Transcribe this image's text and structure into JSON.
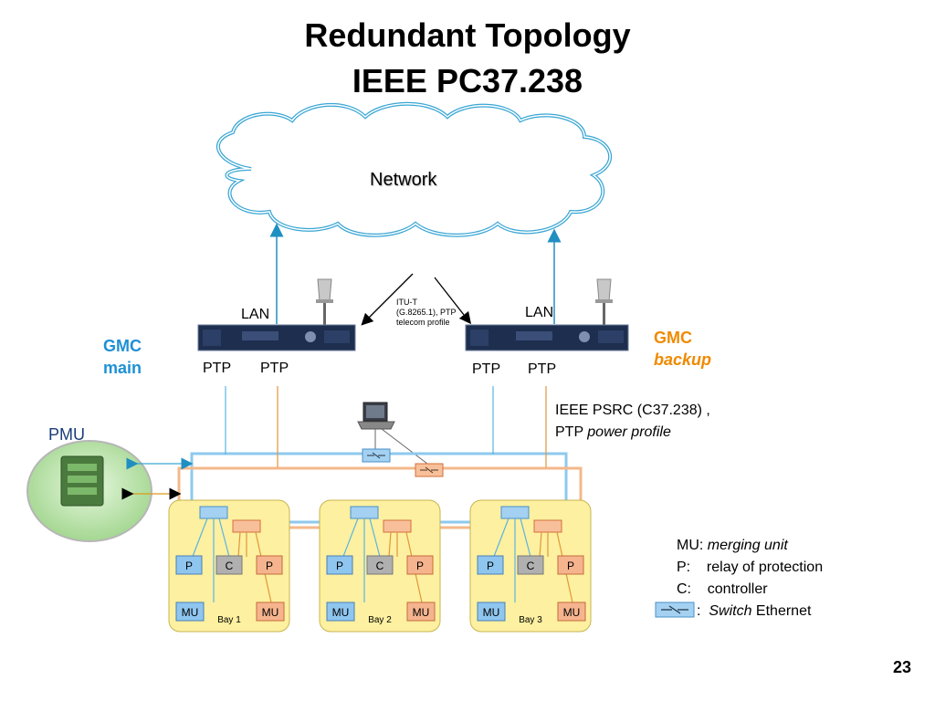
{
  "title": {
    "line1": "Redundant Topology",
    "line2": "IEEE PC37.238"
  },
  "cloud_label": "Network",
  "lan_left": "LAN",
  "lan_right": "LAN",
  "gmc_main": {
    "line1": "GMC",
    "line2": "main"
  },
  "gmc_backup": {
    "line1": "GMC",
    "line2": "backup"
  },
  "ptp_labels": [
    "PTP",
    "PTP",
    "PTP",
    "PTP"
  ],
  "itu_note": "ITU-T (G.8265.1), PTP telecom profile",
  "ieee_note": {
    "line1": "IEEE PSRC (C37.238) ,",
    "line2_prefix": "PTP ",
    "line2_italic": "power profile"
  },
  "pmu_label": "PMU",
  "bays": [
    {
      "name": "Bay 1",
      "p_left": "P",
      "c": "C",
      "p_right": "P",
      "mu_left": "MU",
      "mu_right": "MU"
    },
    {
      "name": "Bay 2",
      "p_left": "P",
      "c": "C",
      "p_right": "P",
      "mu_left": "MU",
      "mu_right": "MU"
    },
    {
      "name": "Bay 3",
      "p_left": "P",
      "c": "C",
      "p_right": "P",
      "mu_left": "MU",
      "mu_right": "MU"
    }
  ],
  "legend": {
    "mu_key": "MU:",
    "mu_val": "merging unit",
    "p_key": "P:",
    "p_val": "relay of  protection",
    "c_key": "C:",
    "c_val": "controller",
    "switch_sep": ":",
    "switch_italic": "Switch",
    "switch_rest": "Ethernet"
  },
  "page_number": "23",
  "colors": {
    "gmc_main": "#1e90d6",
    "gmc_backup": "#f08a00",
    "blue_net": "#8ec9ee",
    "orange_net": "#f4b88a",
    "bay_fill": "#fdf0a0",
    "p_box": "#8fc6f0",
    "mu_box": "#f6b48e",
    "c_box": "#b0b0b0"
  }
}
